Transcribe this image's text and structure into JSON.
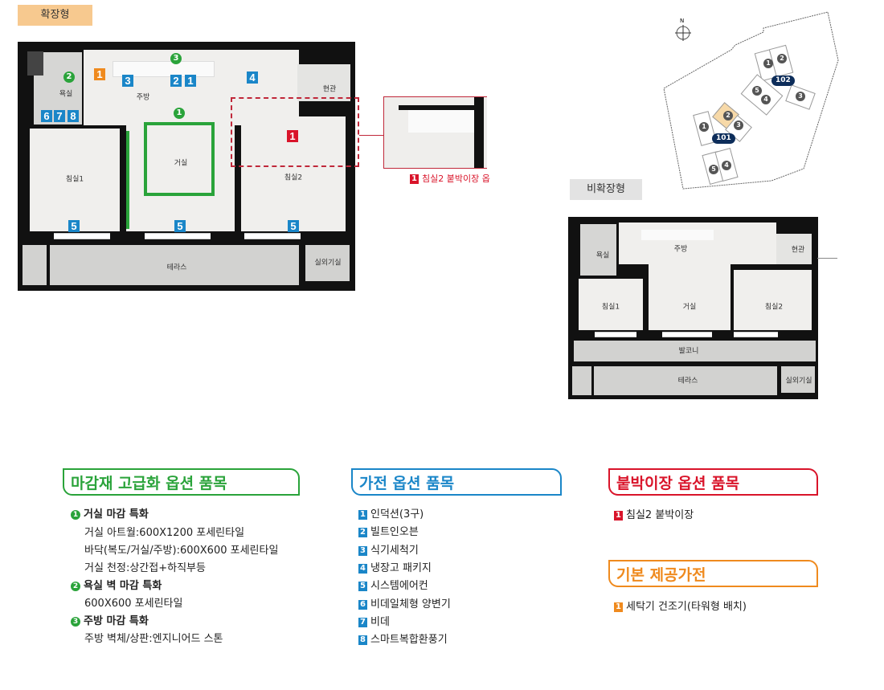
{
  "expanded": {
    "tag": "확장형",
    "rooms": {
      "bath": "욕실",
      "kitchen": "주방",
      "entrance": "현관",
      "bed1": "침실1",
      "living": "거실",
      "bed2": "침실2",
      "terrace": "테라스",
      "ac_room": "실외기실"
    },
    "detail_caption": "침실2 붙박이장 옵",
    "detail_num": "1"
  },
  "non_expanded": {
    "tag": "비확장형",
    "rooms": {
      "bath": "욕실",
      "kitchen": "주방",
      "entrance": "현관",
      "bed1": "침실1",
      "living": "거실",
      "bed2": "침실2",
      "balcony": "발코니",
      "terrace": "테라스",
      "ac_room": "실외기실"
    }
  },
  "site_map": {
    "north": "N",
    "buildings": [
      "101",
      "102"
    ],
    "units_101": [
      "1",
      "2",
      "3",
      "4",
      "5"
    ],
    "units_102": [
      "1",
      "2",
      "3",
      "4",
      "5"
    ],
    "highlight_unit": "2"
  },
  "colors": {
    "green": "#2aa33a",
    "blue": "#1a86c8",
    "red": "#d9142a",
    "orange": "#ef8a1e"
  },
  "finish": {
    "title": "마감재 고급화 옵션 품목",
    "groups": [
      {
        "num": "1",
        "title": "거실 마감 특화",
        "lines": [
          "거실 아트월:600X1200 포세린타일",
          "바닥(복도/거실/주방):600X600 포세린타일",
          "거실 천정:상간접+하직부등"
        ]
      },
      {
        "num": "2",
        "title": "욕실 벽 마감 특화",
        "lines": [
          "600X600 포세린타일"
        ]
      },
      {
        "num": "3",
        "title": "주방 마감 특화",
        "lines": [
          "주방 벽체/상판:엔지니어드 스톤"
        ]
      }
    ]
  },
  "appliance": {
    "title": "가전 옵션 품목",
    "items": [
      {
        "num": "1",
        "label": "인덕션(3구)"
      },
      {
        "num": "2",
        "label": "빌트인오븐"
      },
      {
        "num": "3",
        "label": "식기세척기"
      },
      {
        "num": "4",
        "label": "냉장고 패키지"
      },
      {
        "num": "5",
        "label": "시스템에어컨"
      },
      {
        "num": "6",
        "label": "비데일체형 양변기"
      },
      {
        "num": "7",
        "label": "비데"
      },
      {
        "num": "8",
        "label": "스마트복합환풍기"
      }
    ]
  },
  "closet": {
    "title": "붙박이장 옵션 품목",
    "items": [
      {
        "num": "1",
        "label": "침실2 붙박이장"
      }
    ]
  },
  "basic": {
    "title": "기본 제공가전",
    "items": [
      {
        "num": "1",
        "label": "세탁기 건조기(타워형 배치)"
      }
    ]
  }
}
